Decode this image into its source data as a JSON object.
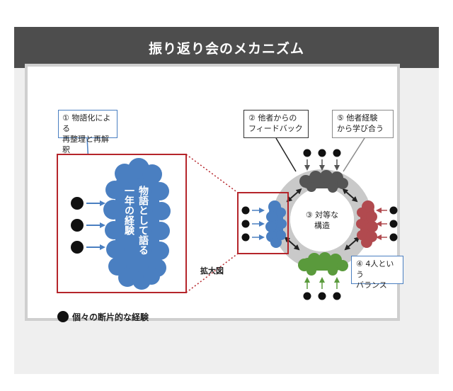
{
  "title": "振り返り会のメカニズム",
  "labels": {
    "callout1": [
      "① 物語化による",
      "再整理と再解釈"
    ],
    "callout2": [
      "② 他者からの",
      "フィードバック"
    ],
    "callout5": [
      "⑤ 他者経験",
      "から学び合う"
    ],
    "callout4": [
      "④ 4人という",
      "バランス"
    ],
    "center": [
      "③ 対等な",
      "構造"
    ],
    "cloud_text": [
      "物語として語る",
      "一年の経験"
    ],
    "zoom_label": "拡大図",
    "legend": "個々の断片的な経験"
  },
  "colors": {
    "blue": "#4a7fc1",
    "red": "#b14a4f",
    "green": "#5a9a3c",
    "dark": "#555555",
    "callout_border_blue": "#4a7fc1",
    "callout_border_dark": "#333333",
    "callout_border_gray": "#8a8a8a",
    "zoom_frame": "#b5252b"
  }
}
